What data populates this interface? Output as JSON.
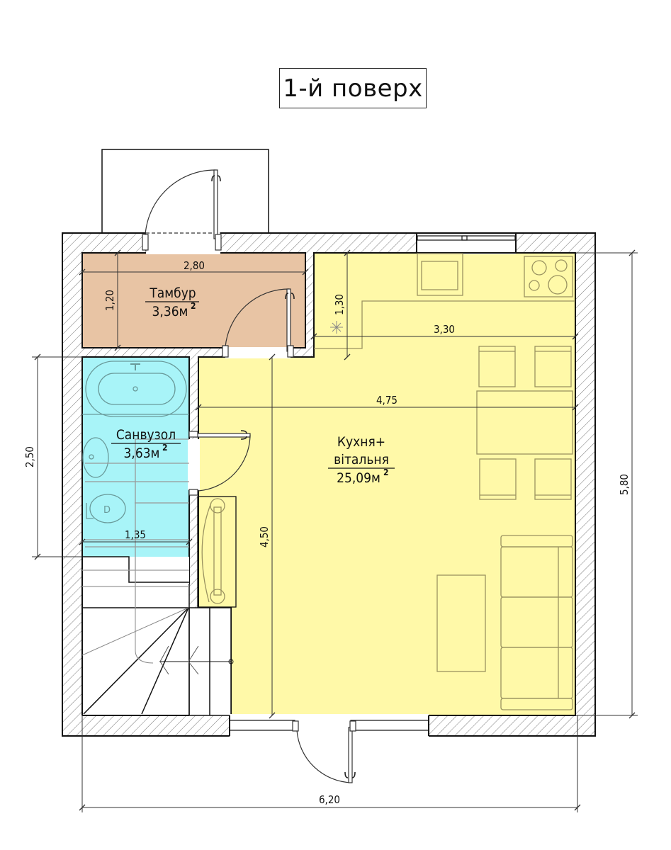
{
  "title": "1-й поверх",
  "colors": {
    "tambur": "#e8c4a4",
    "bathroom": "#a8f4f8",
    "kitchen_living": "#fff9a8",
    "wall_outline": "#111111",
    "furniture_line": "#9a9260",
    "dim_line": "#333333"
  },
  "rooms": [
    {
      "id": "tambur",
      "name": "Тамбур",
      "area": "3,36м²",
      "area_value": "3,36м",
      "area_sup": "2"
    },
    {
      "id": "bathroom",
      "name": "Санвузол",
      "area": "3,63м²",
      "area_value": "3,63м",
      "area_sup": "2"
    },
    {
      "id": "kitchen_living",
      "name_line1": "Кухня+",
      "name_line2": "вітальня",
      "area": "25,09м²",
      "area_value": "25,09м",
      "area_sup": "2"
    }
  ],
  "dimensions": {
    "tambur_width": "2,80",
    "tambur_depth": "1,20",
    "kitchen_depth": "1,30",
    "kitchen_width": "3,30",
    "living_width": "4,75",
    "living_depth": "4,50",
    "bathroom_height": "2,50",
    "bathroom_width": "1,35",
    "total_height": "5,80",
    "total_width": "6,20"
  }
}
